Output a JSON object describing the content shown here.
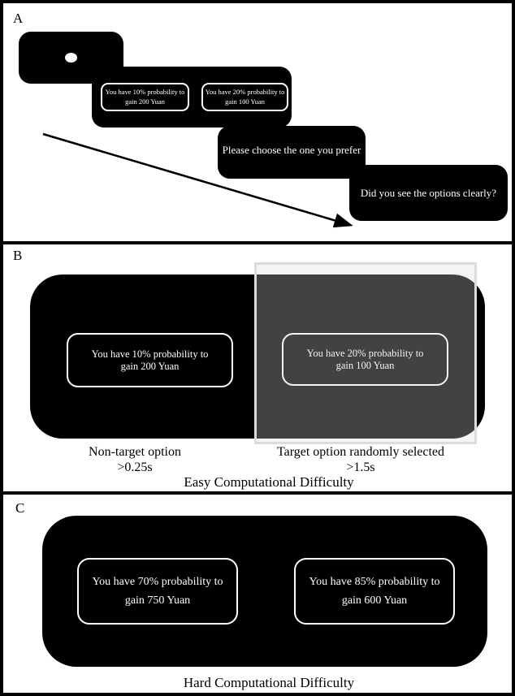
{
  "colors": {
    "background": "#ffffff",
    "screen_fill": "#000000",
    "screen_text": "#ffffff",
    "figure_border": "#000000",
    "overlay_fill": "rgba(217,217,217,0.30)",
    "overlay_border": "#dcdcdc"
  },
  "panel_a": {
    "label": "A",
    "option_left": {
      "line1": "You have 10% probability to",
      "line2": "gain 200 Yuan"
    },
    "option_right": {
      "line1": "You have 20% probability to",
      "line2": "gain 100 Yuan"
    },
    "choice_prompt": "Please choose the one you prefer",
    "check_prompt": "Did you see the options clearly?"
  },
  "panel_b": {
    "label": "B",
    "option_left": {
      "line1": "You have 10% probability to",
      "line2": "gain 200 Yuan"
    },
    "option_right": {
      "line1": "You have 20% probability to",
      "line2": "gain 100 Yuan"
    },
    "left_caption": {
      "line1": "Non-target option",
      "line2": ">0.25s"
    },
    "right_caption": {
      "line1": "Target option randomly selected",
      "line2": ">1.5s"
    },
    "caption": "Easy Computational Difficulty"
  },
  "panel_c": {
    "label": "C",
    "option_left": {
      "line1": "You have 70% probability to",
      "line2": "gain 750 Yuan"
    },
    "option_right": {
      "line1": "You have 85% probability to",
      "line2": "gain 600 Yuan"
    },
    "caption": "Hard Computational Difficulty"
  }
}
